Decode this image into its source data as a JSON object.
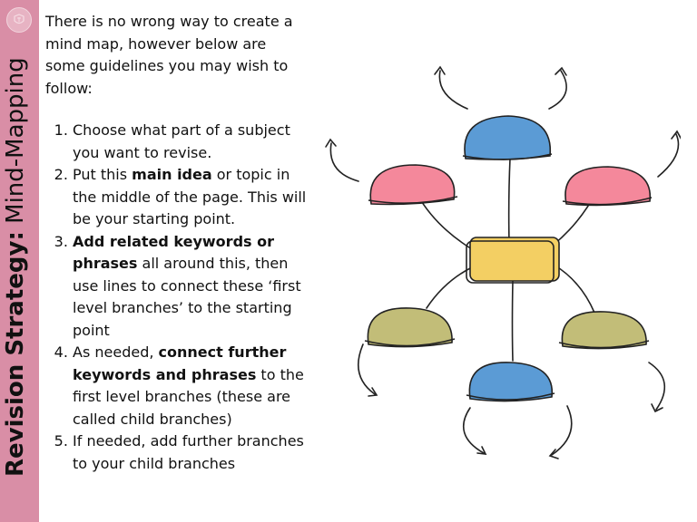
{
  "sidebar": {
    "title_bold": "Revision Strategy:",
    "title_rest": "Mind-Mapping",
    "color": "#d98ea6"
  },
  "intro": "There is no wrong way to create a mind map, however below are some guidelines you may wish to follow:",
  "steps": [
    {
      "parts": [
        {
          "t": "Choose what part of a subject you want to revise.",
          "b": false
        }
      ]
    },
    {
      "parts": [
        {
          "t": "Put this ",
          "b": false
        },
        {
          "t": "main idea",
          "b": true
        },
        {
          "t": " or topic in the middle of the page. This will be your starting point.",
          "b": false
        }
      ]
    },
    {
      "parts": [
        {
          "t": "Add related keywords or phrases",
          "b": true
        },
        {
          "t": " all around this, then use lines to connect these ‘first level branches’ to the starting point",
          "b": false
        }
      ]
    },
    {
      "parts": [
        {
          "t": "As needed, ",
          "b": false
        },
        {
          "t": "connect further keywords and phrases",
          "b": true
        },
        {
          "t": " to the first level branches (these are called child branches)",
          "b": false
        }
      ]
    },
    {
      "parts": [
        {
          "t": "If needed, add further branches to your child branches",
          "b": false
        }
      ]
    }
  ],
  "mindmap": {
    "center_color": "#f3cf63",
    "blue": "#5b9bd5",
    "pink": "#f4889b",
    "olive": "#c2bd78"
  }
}
